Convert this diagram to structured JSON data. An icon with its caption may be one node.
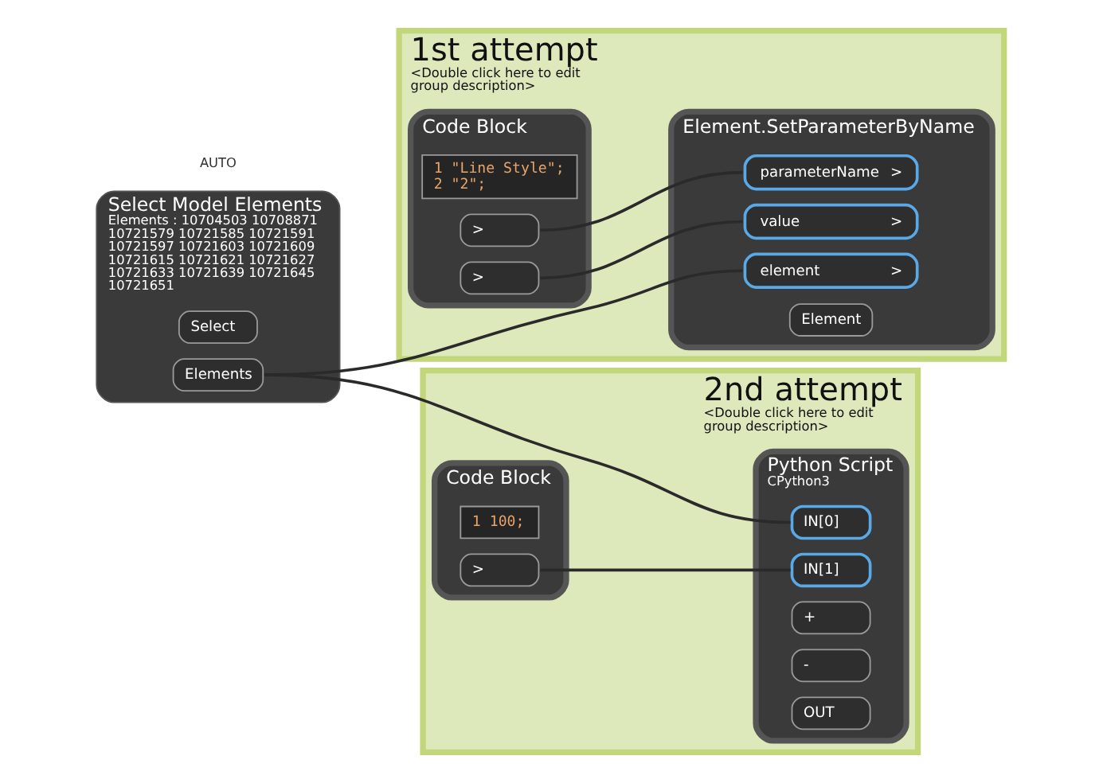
{
  "diagram": {
    "nodes": [
      {
        "text": [
          "1st attempt",
          "<Double click here to edit group description>"
        ]
      },
      {
        "text": [
          "Code Block"
        ],
        "in": 0
      },
      {
        "text": [
          "1 \"Line Style\";",
          "2 \"2\";"
        ],
        "in": 1
      },
      {
        "text": [
          ">"
        ],
        "in": 1
      },
      {
        "text": [
          ">"
        ],
        "in": 1
      },
      {
        "text": [
          "Element.SetParameterByName"
        ],
        "in": 0
      },
      {
        "text": [
          "element",
          ">"
        ],
        "in": 5
      },
      {
        "text": [
          "parameterName",
          ">"
        ],
        "in": 5
      },
      {
        "text": [
          "value",
          ">"
        ],
        "in": 5
      },
      {
        "text": [
          "Element"
        ],
        "in": 5
      },
      {
        "text": [
          "Select Model Elements",
          "Elements : 10704503 10708871 10721579 10721585 10721591 10721597 10721603 10721609 10721615 10721621 10721627 10721633 10721639 10721645 10721651"
        ]
      },
      {
        "text": [
          "Select"
        ],
        "in": 10
      },
      {
        "text": [
          "Elements"
        ],
        "in": 10
      },
      {
        "text": [
          "2nd attempt",
          "<Double click here to edit group description>"
        ]
      },
      {
        "text": [
          "Code Block"
        ],
        "in": 13
      },
      {
        "text": [
          "1 100;"
        ],
        "in": 14
      },
      {
        "text": [
          ">"
        ],
        "in": 14
      },
      {
        "text": [
          "Python Script",
          "CPython3"
        ],
        "in": 13
      },
      {
        "text": [
          "IN[0]"
        ],
        "in": 17
      },
      {
        "text": [
          "IN[1]"
        ],
        "in": 17
      },
      {
        "text": [
          "+"
        ],
        "in": 17
      },
      {
        "text": [
          "-"
        ],
        "in": 17
      },
      {
        "text": [
          "OUT"
        ],
        "in": 17
      }
    ],
    "edges": [
      {
        "from": 12,
        "to": 6,
        "arrow": "none"
      },
      {
        "from": 12,
        "to": 18,
        "arrow": "none"
      },
      {
        "from": 3,
        "to": 7,
        "arrow": "none"
      },
      {
        "from": 4,
        "to": 8,
        "arrow": "none"
      },
      {
        "from": 16,
        "to": 19,
        "arrow": "none"
      }
    ],
    "labels": [
      "AUTO"
    ]
  }
}
